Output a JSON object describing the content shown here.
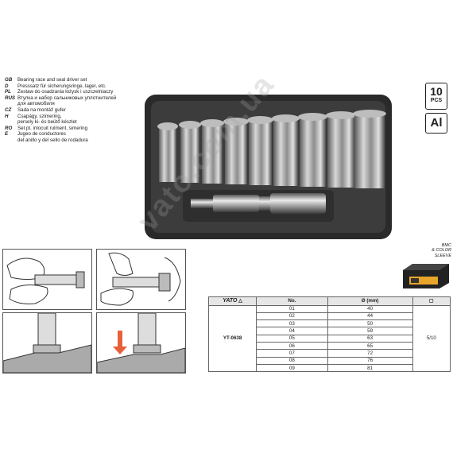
{
  "languages": [
    {
      "code": "GB",
      "text": "Bearing race and seal driver set"
    },
    {
      "code": "D",
      "text": "Presssatz für sicherungsringe, lager, etc."
    },
    {
      "code": "PL",
      "text": "Zestaw do osadzania łożysk i uszczelniaczy"
    },
    {
      "code": "RUS",
      "text": "Втулка и набор сальниковых уплотнителей"
    },
    {
      "code": "",
      "text": "для автомобиля"
    },
    {
      "code": "CZ",
      "text": "Sada na montáž gufer"
    },
    {
      "code": "H",
      "text": "Csapágy, szimering,"
    },
    {
      "code": "",
      "text": "persely ki- és beütő készlet"
    },
    {
      "code": "RO",
      "text": "Set pt. inlocuit rulment, simering"
    },
    {
      "code": "E",
      "text": "Jugeo de conductores"
    },
    {
      "code": "",
      "text": "del anillo y del sello de rodadura"
    }
  ],
  "badges": {
    "count": "10",
    "count_unit": "PCS",
    "material": "Al"
  },
  "watermark": "vato.com.ua",
  "sleeve_caption": [
    "BMC",
    "& COLOR",
    "SLEEVE"
  ],
  "table": {
    "brand": "YATO",
    "col_no": "No.",
    "col_diameter": "Ø (mm)",
    "model": "YT-0638",
    "pack": "5/10",
    "rows": [
      {
        "no": "01",
        "d": "40"
      },
      {
        "no": "02",
        "d": "44"
      },
      {
        "no": "03",
        "d": "50"
      },
      {
        "no": "04",
        "d": "59"
      },
      {
        "no": "05",
        "d": "63"
      },
      {
        "no": "06",
        "d": "65"
      },
      {
        "no": "07",
        "d": "72"
      },
      {
        "no": "08",
        "d": "76"
      },
      {
        "no": "09",
        "d": "81"
      }
    ]
  }
}
